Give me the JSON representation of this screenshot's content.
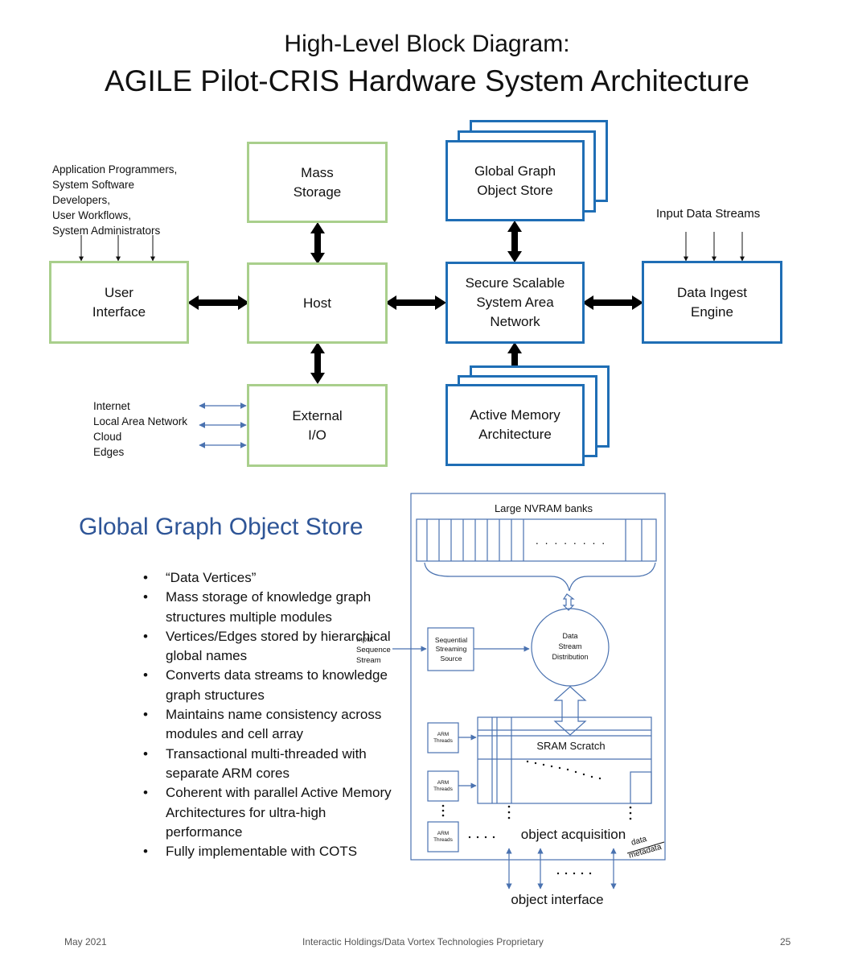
{
  "title": {
    "line1": "High-Level Block Diagram:",
    "line2": "AGILE Pilot-CRIS Hardware System Architecture"
  },
  "blocks": {
    "mass_storage": "Mass\nStorage",
    "user_interface": "User\nInterface",
    "host": "Host",
    "external_io": "External\nI/O",
    "global_graph_object_store": "Global Graph\nObject Store",
    "secure_network": "Secure Scalable\nSystem Area\nNetwork",
    "data_ingest_engine": "Data Ingest\nEngine",
    "active_memory": "Active Memory\nArchitecture"
  },
  "annotations": {
    "users": "Application Programmers,\nSystem Software\nDevelopers,\nUser Workflows,\nSystem Administrators",
    "input_streams": "Input Data Streams",
    "networks": "Internet\nLocal Area Network\nCloud\nEdges"
  },
  "section": {
    "title": "Global Graph Object Store",
    "bullets": [
      "“Data Vertices”",
      "Mass storage of knowledge graph structures multiple modules",
      "Vertices/Edges stored by hierarchical global names",
      "Converts data streams to knowledge graph structures",
      "Maintains name consistency across modules and cell array",
      "Transactional multi-threaded with separate ARM cores",
      "Coherent with parallel Active Memory Architectures for ultra-high performance",
      "Fully implementable with COTS"
    ]
  },
  "detail": {
    "nvram": "Large NVRAM banks",
    "dots": ". . . . . . . .",
    "input_seq": [
      "Input",
      "Sequence",
      "Stream"
    ],
    "seq_source": [
      "Sequential",
      "Streaming",
      "Source"
    ],
    "distribution": [
      "Data",
      "Stream",
      "Distribution"
    ],
    "arm": [
      "ARM",
      "Threads"
    ],
    "sram": "SRAM Scratch",
    "acquisition": "object acquisition",
    "data_tag": "data",
    "metadata_tag": "metadata",
    "interface": "object interface"
  },
  "footer": {
    "date": "May 2021",
    "company": "Interactic Holdings/Data Vortex Technologies Proprietary",
    "page": "25"
  },
  "colors": {
    "green": "#a9cf8c",
    "blue": "#1f6eb5",
    "section_title": "#2e5597",
    "diagram_line": "#4a72b0"
  }
}
